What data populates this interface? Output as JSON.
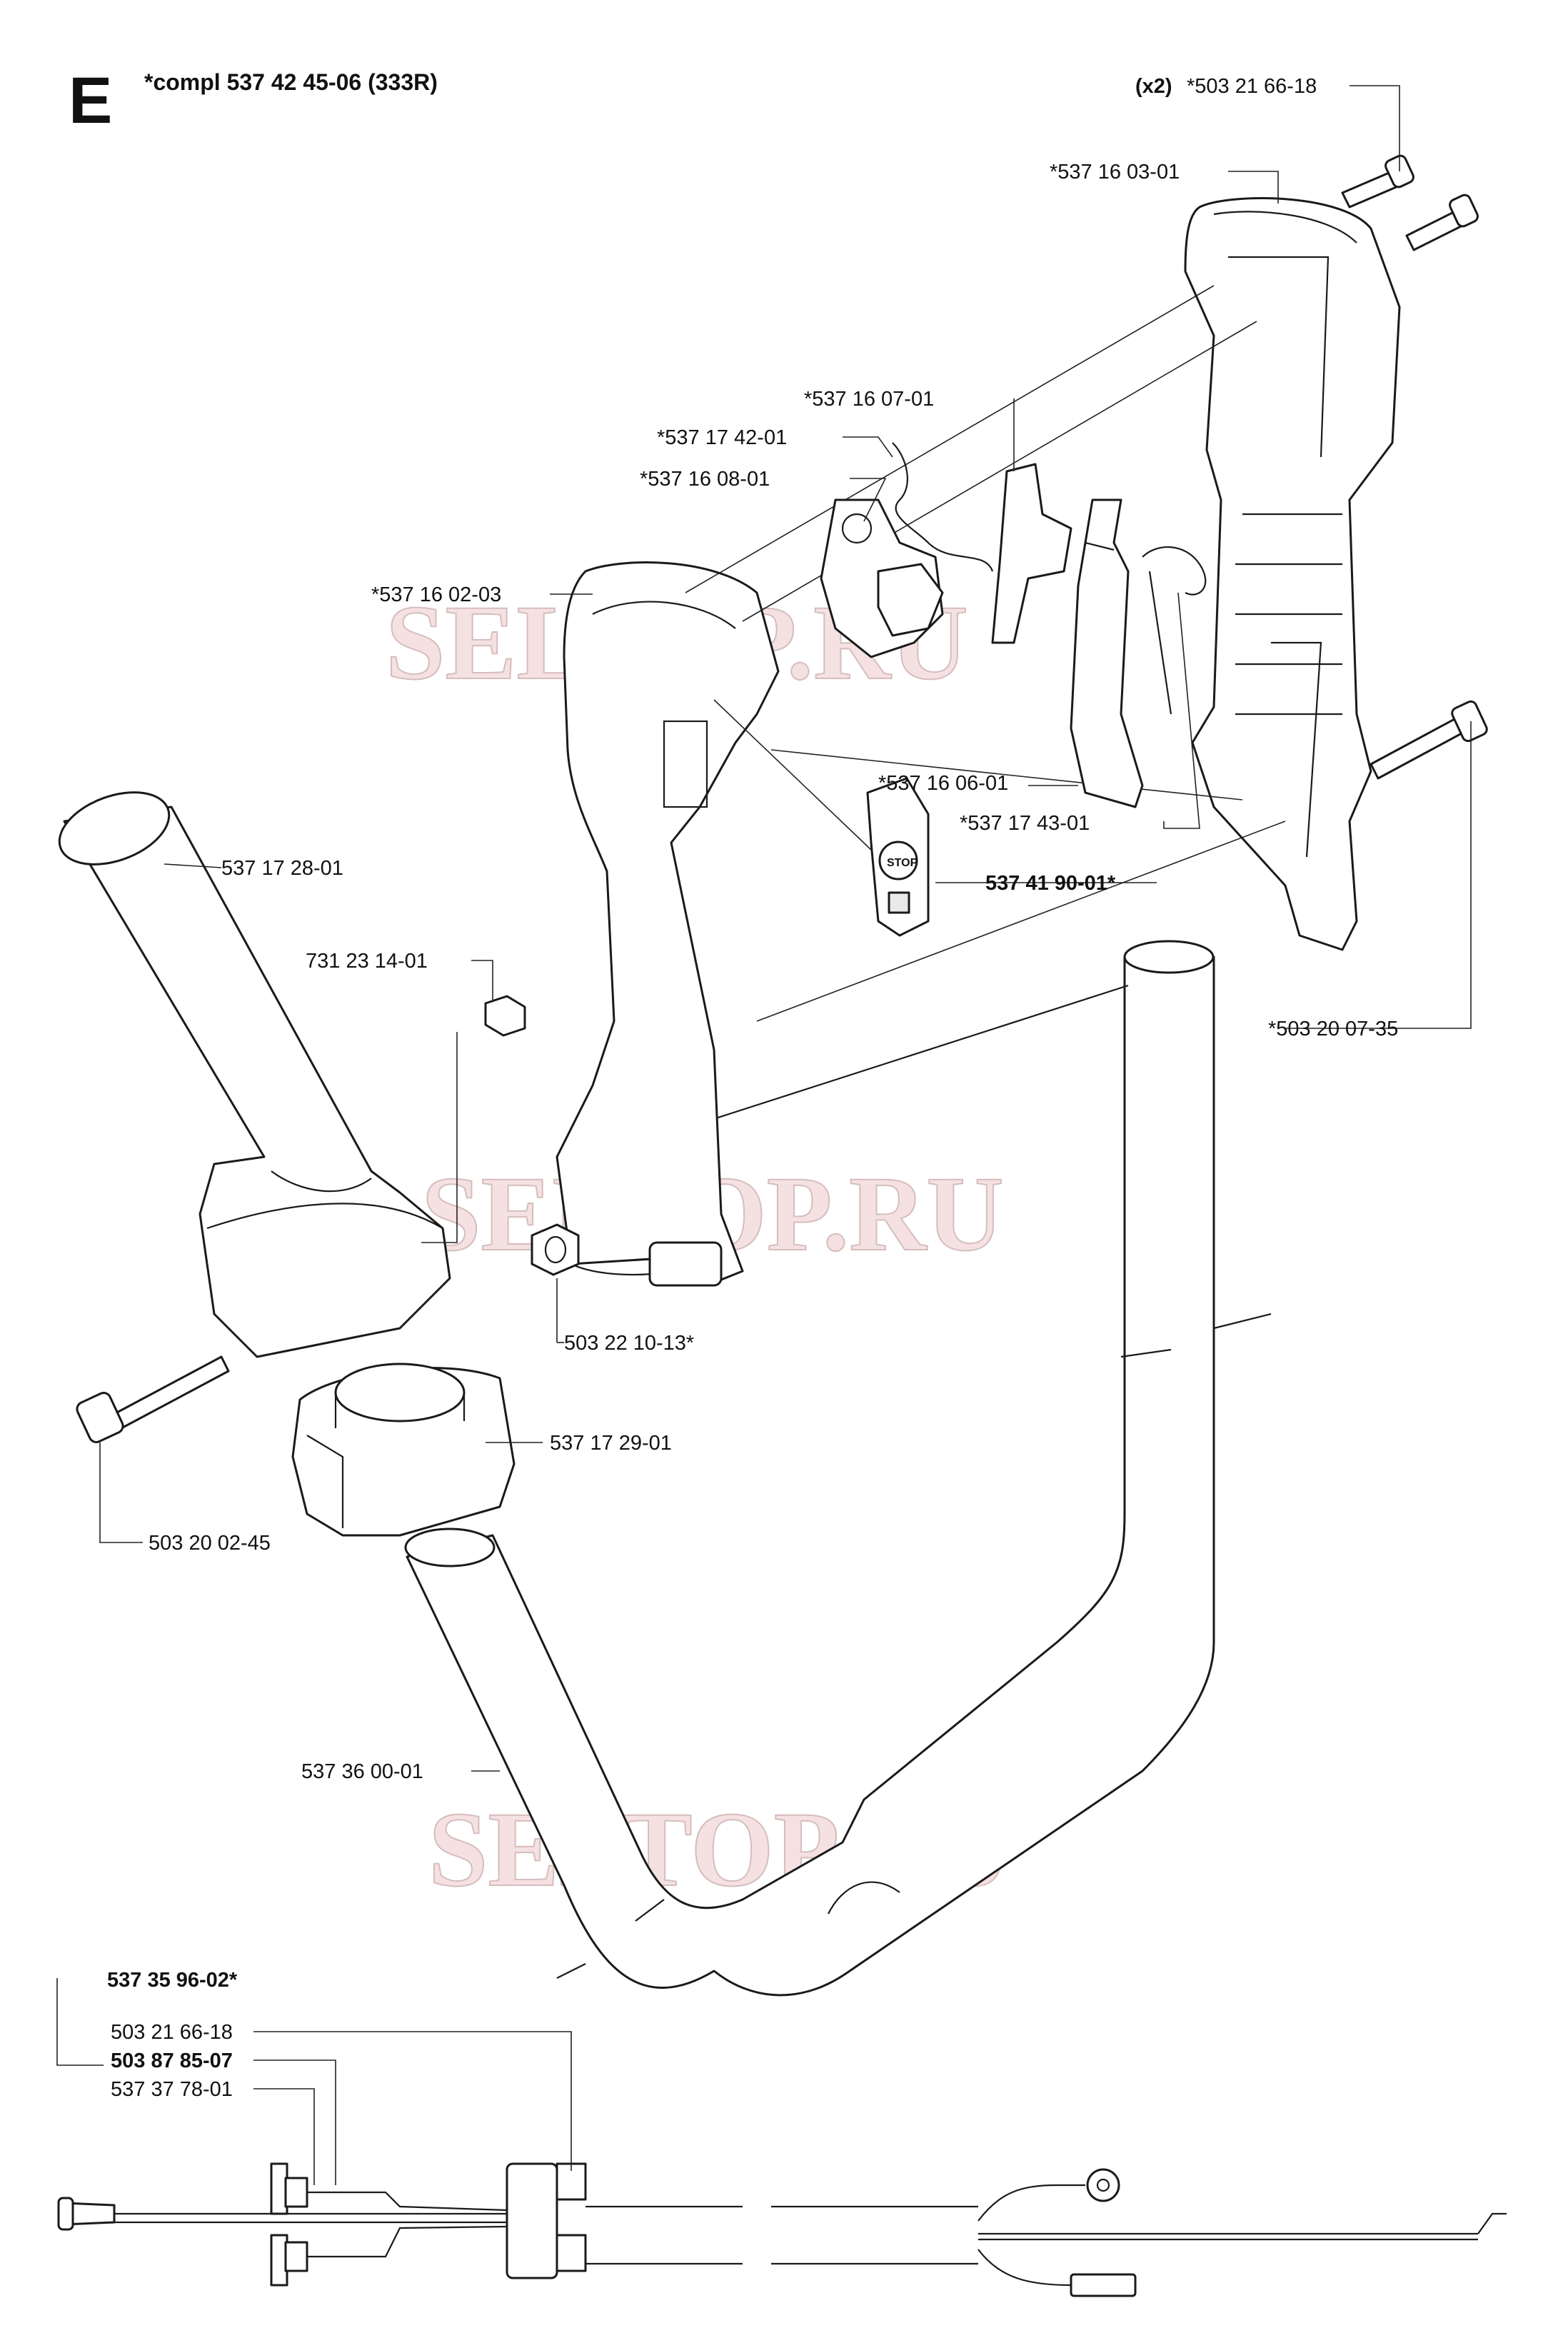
{
  "section_letter": "E",
  "title": "*compl 537 42 45-06 (333R)",
  "watermark": "SELTOP.RU",
  "labels": {
    "x2_prefix": "(x2)",
    "p503216618_star": "*503 21 66-18",
    "p537160301": "*537 16 03-01",
    "p537160701": "*537 16 07-01",
    "p537174201": "*537 17 42-01",
    "p537160801": "*537 16 08-01",
    "p537160203": "*537 16 02-03",
    "p537160601": "*537 16 06-01",
    "p537174301": "*537 17 43-01",
    "p537419001": "537 41 90-01*",
    "p537172801": "537 17 28-01",
    "p731231401": "731 23 14-01",
    "p503200735": "*503 20 07-35",
    "p503221013": "503 22 10-13*",
    "p503200245": "503 20 02-45",
    "p537172901": "537 17 29-01",
    "p537360001": "537 36 00-01",
    "p537359602": "537 35 96-02*",
    "p503216618": "503 21 66-18",
    "p503878507": "503 87 85-07",
    "p537377801": "537 37 78-01"
  },
  "switch_text": "STOP",
  "colors": {
    "line": "#1a1a1a",
    "watermark_fill": "#f2d7d7"
  }
}
